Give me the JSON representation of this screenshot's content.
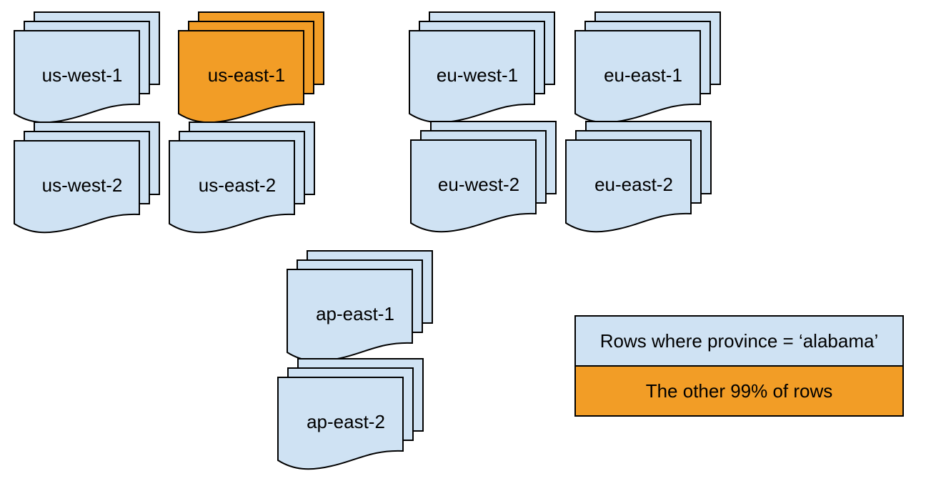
{
  "colors": {
    "background": "#ffffff",
    "region_fill": "#cfe2f3",
    "highlight_fill": "#f29d26",
    "stroke": "#000000",
    "text": "#000000"
  },
  "stacks": [
    {
      "label": "us-west-1",
      "color": "#cfe2f3"
    },
    {
      "label": "us-east-1",
      "color": "#f29d26"
    },
    {
      "label": "us-west-2",
      "color": "#cfe2f3"
    },
    {
      "label": "us-east-2",
      "color": "#cfe2f3"
    },
    {
      "label": "eu-west-1",
      "color": "#cfe2f3"
    },
    {
      "label": "eu-east-1",
      "color": "#cfe2f3"
    },
    {
      "label": "eu-west-2",
      "color": "#cfe2f3"
    },
    {
      "label": "eu-east-2",
      "color": "#cfe2f3"
    },
    {
      "label": "ap-east-1",
      "color": "#cfe2f3"
    },
    {
      "label": "ap-east-2",
      "color": "#cfe2f3"
    }
  ],
  "legend": {
    "rows": [
      {
        "label": "Rows where province = ‘alabama’",
        "color": "#cfe2f3"
      },
      {
        "label": "The other 99% of rows",
        "color": "#f29d26"
      }
    ]
  }
}
